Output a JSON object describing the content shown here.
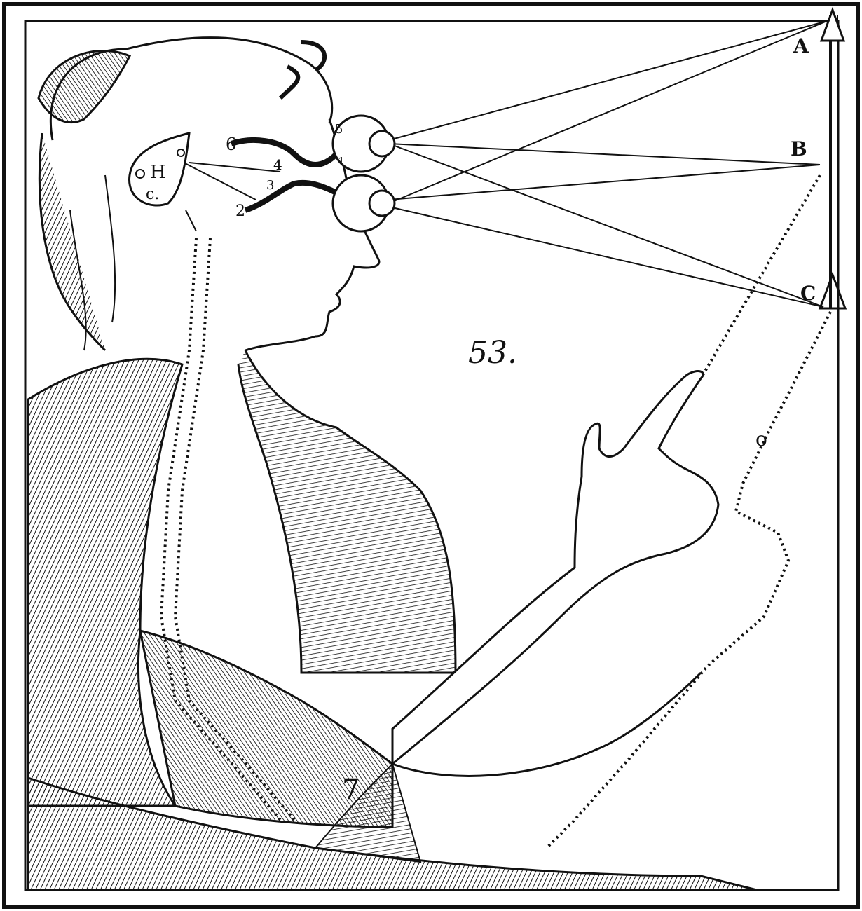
{
  "figure": {
    "number": "53.",
    "labels": {
      "A": "A",
      "B": "B",
      "C": "C",
      "H": "H",
      "c": "c.",
      "o": "o",
      "n1": "1",
      "n2": "2",
      "n3": "3",
      "n4": "4",
      "n5": "5",
      "n6": "6",
      "n7": "7"
    }
  },
  "colors": {
    "ink": "#111111",
    "paper": "#ffffff"
  }
}
